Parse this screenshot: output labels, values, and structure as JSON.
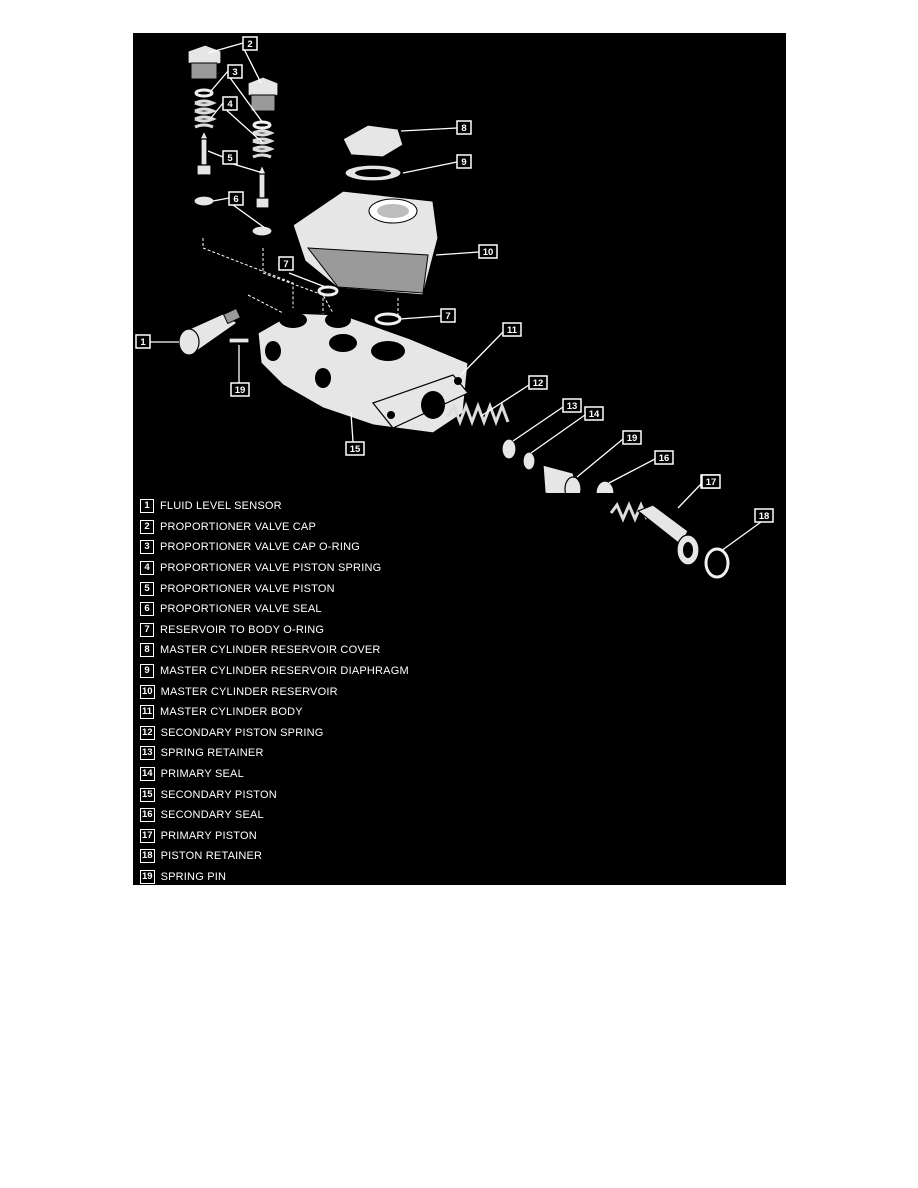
{
  "legend": [
    {
      "num": "1",
      "label": "FLUID LEVEL SENSOR"
    },
    {
      "num": "2",
      "label": "PROPORTIONER VALVE CAP"
    },
    {
      "num": "3",
      "label": "PROPORTIONER VALVE CAP O-RING"
    },
    {
      "num": "4",
      "label": "PROPORTIONER VALVE PISTON SPRING"
    },
    {
      "num": "5",
      "label": "PROPORTIONER VALVE PISTON"
    },
    {
      "num": "6",
      "label": "PROPORTIONER VALVE SEAL"
    },
    {
      "num": "7",
      "label": "RESERVOIR TO BODY O-RING"
    },
    {
      "num": "8",
      "label": "MASTER CYLINDER RESERVOIR COVER"
    },
    {
      "num": "9",
      "label": "MASTER CYLINDER RESERVOIR DIAPHRAGM"
    },
    {
      "num": "10",
      "label": "MASTER CYLINDER RESERVOIR"
    },
    {
      "num": "11",
      "label": "MASTER CYLINDER BODY"
    },
    {
      "num": "12",
      "label": "SECONDARY PISTON SPRING"
    },
    {
      "num": "13",
      "label": "SPRING RETAINER"
    },
    {
      "num": "14",
      "label": "PRIMARY SEAL"
    },
    {
      "num": "15",
      "label": "SECONDARY PISTON"
    },
    {
      "num": "16",
      "label": "SECONDARY SEAL"
    },
    {
      "num": "17",
      "label": "PRIMARY PISTON"
    },
    {
      "num": "18",
      "label": "PISTON RETAINER"
    },
    {
      "num": "19",
      "label": "SPRING PIN"
    }
  ],
  "callouts": [
    "2",
    "3",
    "4",
    "5",
    "6",
    "7",
    "8",
    "9",
    "10",
    "1",
    "7",
    "11",
    "19",
    "12",
    "13",
    "14",
    "15",
    "19",
    "16",
    "17",
    "18"
  ],
  "colors": {
    "background": "#000000",
    "foreground": "#ffffff",
    "page": "#ffffff"
  }
}
